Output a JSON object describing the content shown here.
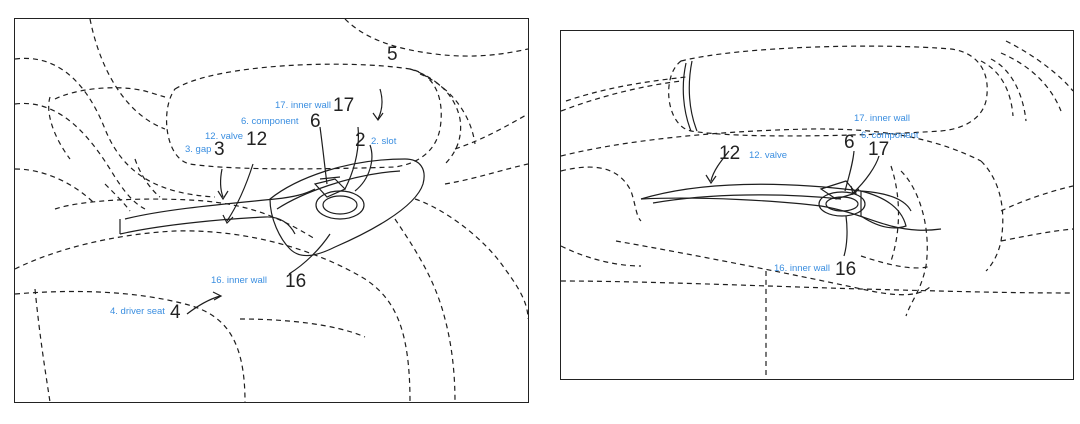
{
  "left_figure": {
    "numerals": {
      "n5": "5",
      "n17": "17",
      "n6": "6",
      "n2": "2",
      "n3": "3",
      "n12": "12",
      "n16": "16",
      "n4": "4"
    },
    "labels": {
      "inner_wall_17": "17. inner wall",
      "component_6": "6. component",
      "slot_2": "2. slot",
      "valve_12": "12. valve",
      "gap_3": "3. gap",
      "inner_wall_16": "16. inner wall",
      "driver_seat_4": "4. driver seat"
    }
  },
  "right_figure": {
    "numerals": {
      "n12": "12",
      "n6": "6",
      "n17": "17",
      "n16": "16"
    },
    "labels": {
      "valve_12": "12. valve",
      "inner_wall_17": "17. inner wall",
      "component_6": "6. component",
      "inner_wall_16": "16. inner wall"
    }
  },
  "colors": {
    "label": "#3a8ee0",
    "line": "#1e1e1e",
    "frame": "#222222"
  }
}
